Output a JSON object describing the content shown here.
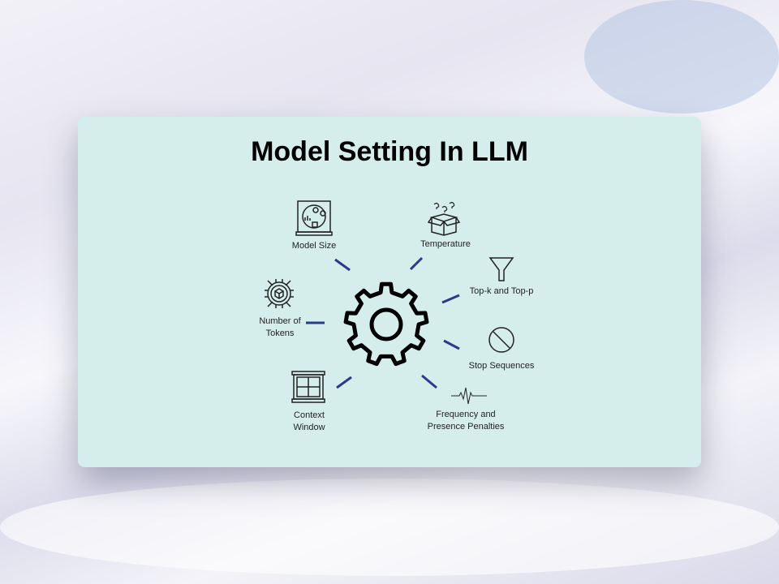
{
  "title": "Model Setting In LLM",
  "colors": {
    "card": "#d5eeec",
    "connector": "#2b3a8a",
    "icon": "#222222"
  },
  "center_icon": "gear-icon",
  "settings": [
    {
      "label": "Model Size",
      "icon": "dashboard-icon"
    },
    {
      "label": "Temperature",
      "icon": "surprise-box-icon"
    },
    {
      "label": "Top-k and Top-p",
      "icon": "funnel-icon"
    },
    {
      "label_lines": [
        "Number of",
        "Tokens"
      ],
      "icon": "chip-icon"
    },
    {
      "label": "Stop Sequences",
      "icon": "prohibited-icon"
    },
    {
      "label_lines": [
        "Context",
        "Window"
      ],
      "icon": "window-icon"
    },
    {
      "label_lines": [
        "Frequency and",
        "Presence Penalties"
      ],
      "icon": "waveform-icon"
    }
  ]
}
